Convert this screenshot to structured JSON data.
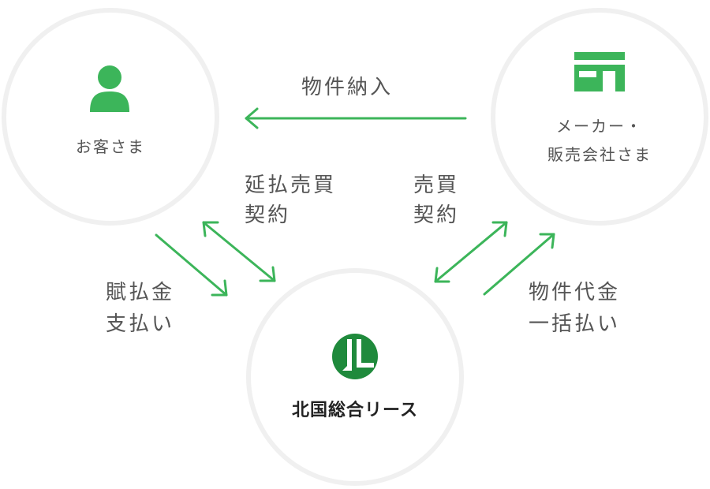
{
  "nodes": {
    "customer": {
      "label": "お客さま",
      "icon": "person-icon"
    },
    "maker": {
      "label_line1": "メーカー・",
      "label_line2": "販売会社さま",
      "icon": "shop-icon"
    },
    "lease": {
      "label": "北国総合リース",
      "icon": "hokkoku-lease-logo"
    }
  },
  "flows": {
    "delivery": "物件納入",
    "deferred_sale_line1": "延払売買",
    "deferred_sale_line2": "契約",
    "sale_line1": "売買",
    "sale_line2": "契約",
    "installment_line1": "賦払金",
    "installment_line2": "支払い",
    "lump_sum_line1": "物件代金",
    "lump_sum_line2": "一括払い"
  },
  "colors": {
    "accent": "#3cb55a",
    "logo": "#1f8a3c",
    "circle_border": "#f0f0f0",
    "text": "#555555"
  }
}
